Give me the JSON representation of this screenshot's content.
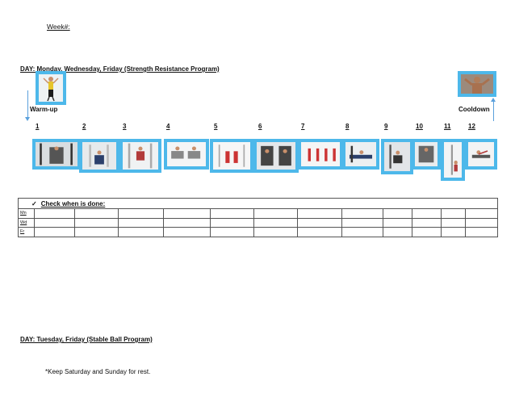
{
  "header": {
    "week_label": "Week#:"
  },
  "section1": {
    "title": "DAY: Monday, Wednesday, Friday  (Strength Resistance Program)",
    "warmup_label": "Warm-up",
    "cooldown_label": "Cooldown",
    "numbers": [
      "1",
      "2",
      "3",
      "4",
      "5",
      "6",
      "7",
      "8",
      "9",
      "10",
      "11",
      "12"
    ]
  },
  "checklist": {
    "header": "Check when is done:",
    "check_mark": "✓",
    "rows": [
      "Mn",
      "Wd",
      "Fr"
    ]
  },
  "section2": {
    "title": "DAY: Tuesday, Friday (Stable Ball Program)"
  },
  "note": "*Keep Saturday and Sunday for rest.",
  "colors": {
    "frame": "#4db8ea",
    "arrow": "#5aa0dc"
  }
}
